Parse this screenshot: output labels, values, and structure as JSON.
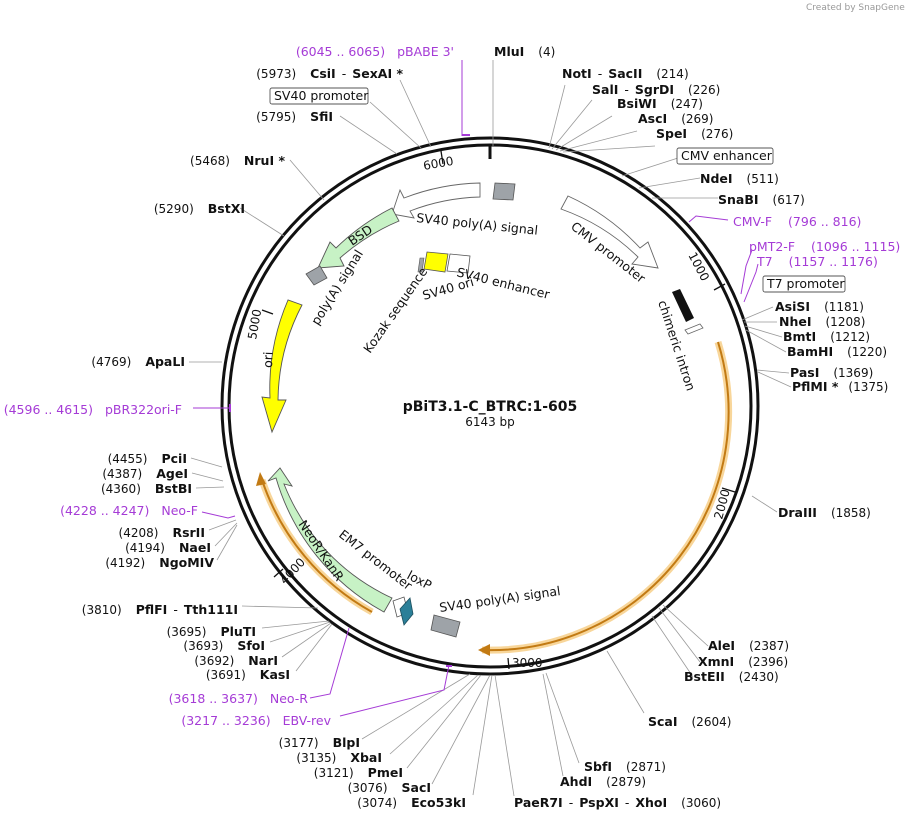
{
  "credit": "Created by SnapGene",
  "plasmid": {
    "name": "pBiT3.1-C_BTRC:1-605",
    "size_label": "6143 bp",
    "length": 6143
  },
  "ticks": [
    {
      "pos": 0,
      "label": ""
    },
    {
      "pos": 1000,
      "label": "1000"
    },
    {
      "pos": 2000,
      "label": "2000"
    },
    {
      "pos": 3000,
      "label": "3000"
    },
    {
      "pos": 4000,
      "label": "4000"
    },
    {
      "pos": 5000,
      "label": "5000"
    },
    {
      "pos": 6000,
      "label": "6000"
    }
  ],
  "enzymes": [
    {
      "name": "MluI",
      "site": "(4)",
      "pos": 4
    },
    {
      "name": "NotI",
      "name2": "SacII",
      "site": "(214)",
      "pos": 214
    },
    {
      "name": "SalI",
      "name2": "SgrDI",
      "site": "(226)",
      "pos": 226
    },
    {
      "name": "BsiWI",
      "site": "(247)",
      "pos": 247
    },
    {
      "name": "AscI",
      "site": "(269)",
      "pos": 269
    },
    {
      "name": "SpeI",
      "site": "(276)",
      "pos": 276
    },
    {
      "name": "NdeI",
      "site": "(511)",
      "pos": 511
    },
    {
      "name": "SnaBI",
      "site": "(617)",
      "pos": 617
    },
    {
      "name": "AsiSI",
      "site": "(1181)",
      "pos": 1181
    },
    {
      "name": "NheI",
      "site": "(1208)",
      "pos": 1208
    },
    {
      "name": "BmtI",
      "site": "(1212)",
      "pos": 1212
    },
    {
      "name": "BamHI",
      "site": "(1220)",
      "pos": 1220
    },
    {
      "name": "PasI",
      "site": "(1369)",
      "pos": 1369
    },
    {
      "name": "PflMI *",
      "site": "(1375)",
      "pos": 1375
    },
    {
      "name": "DraIII",
      "site": "(1858)",
      "pos": 1858
    },
    {
      "name": "AleI",
      "site": "(2387)",
      "pos": 2387
    },
    {
      "name": "XmnI",
      "site": "(2396)",
      "pos": 2396
    },
    {
      "name": "BstEII",
      "site": "(2430)",
      "pos": 2430
    },
    {
      "name": "ScaI",
      "site": "(2604)",
      "pos": 2604
    },
    {
      "name": "SbfI",
      "site": "(2871)",
      "pos": 2871
    },
    {
      "name": "AhdI",
      "site": "(2879)",
      "pos": 2879
    },
    {
      "name": "PaeR7I",
      "name2": "PspXI",
      "name3": "XhoI",
      "site": "(3060)",
      "pos": 3060
    },
    {
      "name": "Eco53kI",
      "site": "(3074)",
      "pos": 3074
    },
    {
      "name": "SacI",
      "site": "(3076)",
      "pos": 3076
    },
    {
      "name": "PmeI",
      "site": "(3121)",
      "pos": 3121
    },
    {
      "name": "XbaI",
      "site": "(3135)",
      "pos": 3135
    },
    {
      "name": "BlpI",
      "site": "(3177)",
      "pos": 3177
    },
    {
      "name": "KasI",
      "site": "(3691)",
      "pos": 3691
    },
    {
      "name": "NarI",
      "site": "(3692)",
      "pos": 3692
    },
    {
      "name": "SfoI",
      "site": "(3693)",
      "pos": 3693
    },
    {
      "name": "PluTI",
      "site": "(3695)",
      "pos": 3695
    },
    {
      "name": "PflFI",
      "name2": "Tth111I",
      "site": "(3810)",
      "pos": 3810
    },
    {
      "name": "NgoMIV",
      "site": "(4192)",
      "pos": 4192
    },
    {
      "name": "NaeI",
      "site": "(4194)",
      "pos": 4194
    },
    {
      "name": "RsrII",
      "site": "(4208)",
      "pos": 4208
    },
    {
      "name": "BstBI",
      "site": "(4360)",
      "pos": 4360
    },
    {
      "name": "AgeI",
      "site": "(4387)",
      "pos": 4387
    },
    {
      "name": "PciI",
      "site": "(4455)",
      "pos": 4455
    },
    {
      "name": "ApaLI",
      "site": "(4769)",
      "pos": 4769
    },
    {
      "name": "BstXI",
      "site": "(5290)",
      "pos": 5290
    },
    {
      "name": "NruI *",
      "site": "(5468)",
      "pos": 5468
    },
    {
      "name": "SfiI",
      "site": "(5795)",
      "pos": 5795
    },
    {
      "name": "CsiI",
      "name2": "SexAI *",
      "site": "(5973)",
      "pos": 5973
    }
  ],
  "primers": [
    {
      "name": "pBABE 3'",
      "range": "(6045 .. 6065)",
      "pos": 6055
    },
    {
      "name": "CMV-F",
      "range": "(796 .. 816)",
      "pos": 806
    },
    {
      "name": "pMT2-F",
      "range": "(1096 .. 1115)",
      "pos": 1105
    },
    {
      "name": "T7",
      "range": "(1157 .. 1176)",
      "pos": 1166
    },
    {
      "name": "pBR322ori-F",
      "range": "(4596 .. 4615)",
      "pos": 4605
    },
    {
      "name": "Neo-F",
      "range": "(4228 .. 4247)",
      "pos": 4237
    },
    {
      "name": "Neo-R",
      "range": "(3618 .. 3637)",
      "pos": 3627
    },
    {
      "name": "EBV-rev",
      "range": "(3217 .. 3236)",
      "pos": 3226
    }
  ],
  "boxed_features": [
    {
      "name": "SV40 promoter"
    },
    {
      "name": "CMV enhancer"
    },
    {
      "name": "T7 promoter"
    }
  ],
  "features": [
    {
      "name": "SV40 poly(A) signal",
      "type": "arrow"
    },
    {
      "name": "CMV promoter",
      "type": "arrow"
    },
    {
      "name": "chimeric intron",
      "type": "block"
    },
    {
      "name": "BSD",
      "type": "arrow",
      "color": "#c7f2c5"
    },
    {
      "name": "poly(A) signal",
      "type": "block"
    },
    {
      "name": "ori",
      "type": "arrow",
      "color": "#ffff00"
    },
    {
      "name": "NeoR/KanR",
      "type": "arrow",
      "color": "#c7f2c5"
    },
    {
      "name": "EM7 promoter",
      "type": "arrow"
    },
    {
      "name": "loxP",
      "type": "block",
      "color": "#2b7f98"
    },
    {
      "name": "SV40 poly(A) signal",
      "type": "block"
    },
    {
      "name": "SV40 enhancer",
      "type": "block"
    },
    {
      "name": "SV40 ori",
      "type": "block",
      "color": "#ffff00"
    },
    {
      "name": "Kozak sequence",
      "type": "block"
    }
  ],
  "colors": {
    "backbone": "#111111",
    "primer": "#a53bd6",
    "orf": "#e29a2c",
    "resistance": "#c7f2c5",
    "ori": "#ffff00",
    "loxp": "#2b7f98",
    "polya": "#9ea3a8"
  }
}
